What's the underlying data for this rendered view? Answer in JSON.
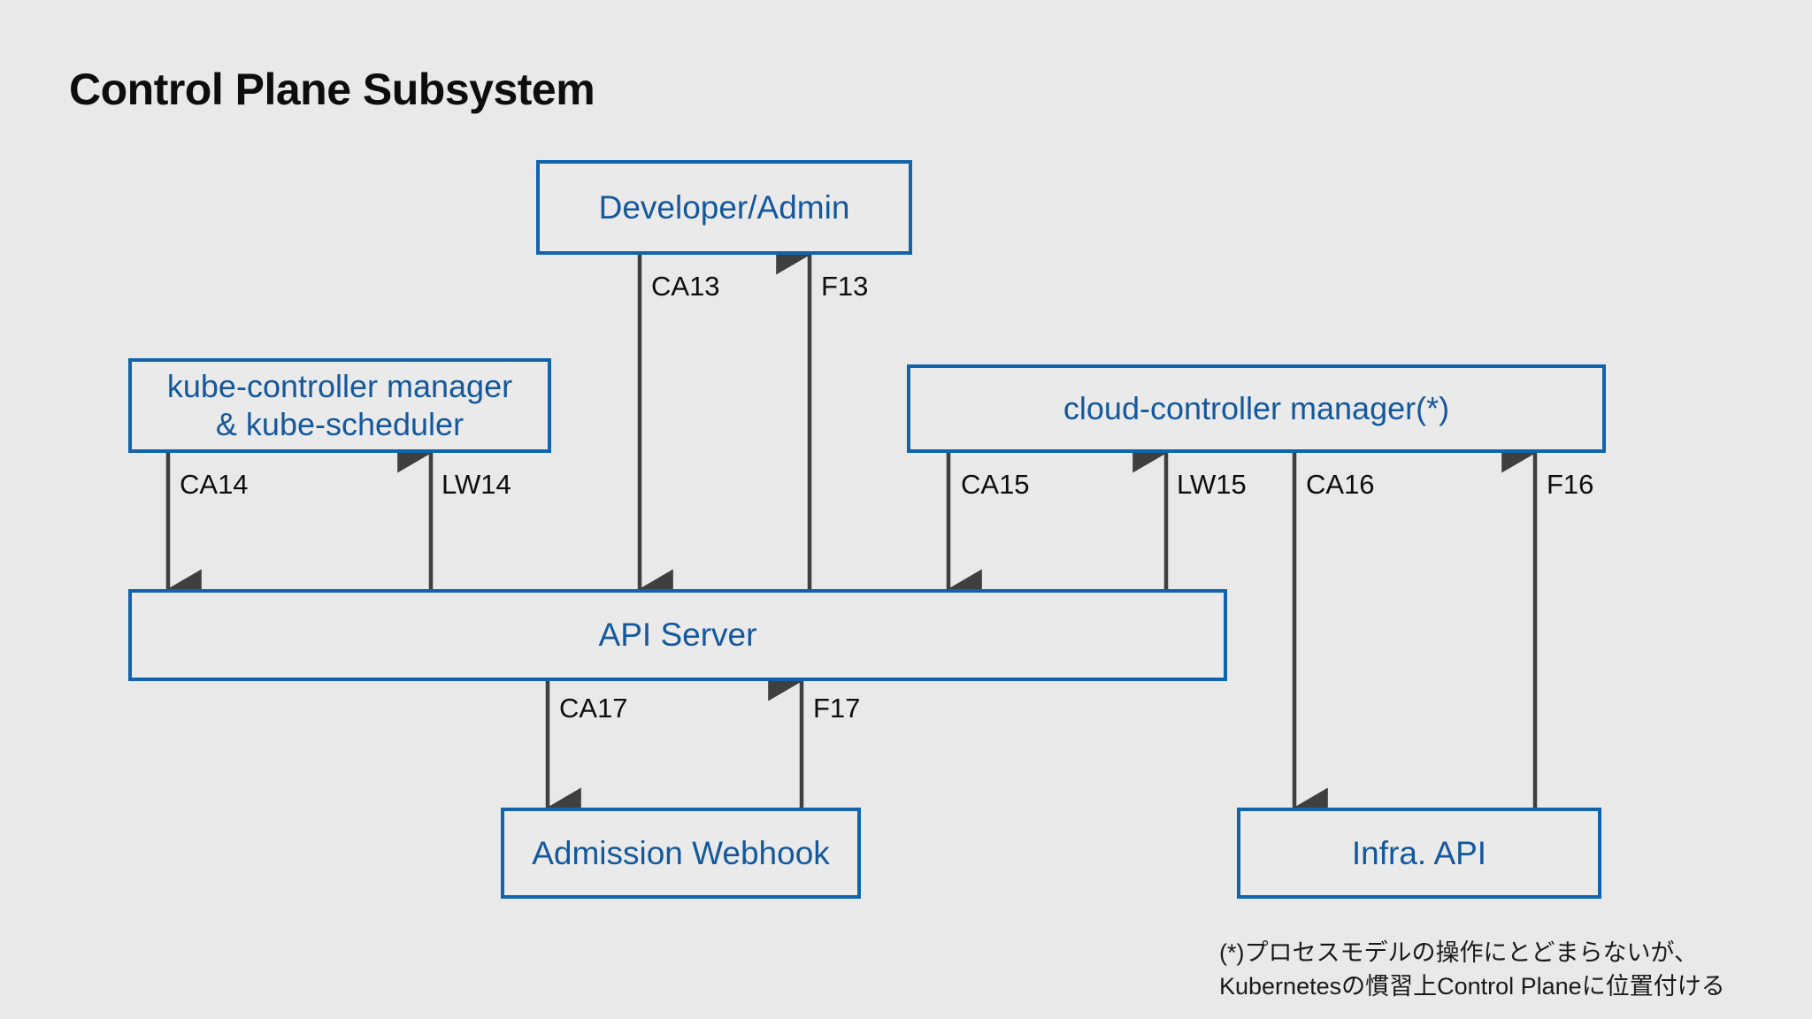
{
  "slide": {
    "title": "Control Plane Subsystem",
    "background_color": "#e9e9e9",
    "node_border_color": "#1163ac",
    "node_text_color": "#14589c",
    "arrow_color": "#3f3f3f"
  },
  "nodes": {
    "developer_admin": {
      "label": "Developer/Admin"
    },
    "kube_controller": {
      "line1": "kube-controller manager",
      "line2": "& kube-scheduler"
    },
    "cloud_controller": {
      "label": "cloud-controller manager(*)"
    },
    "api_server": {
      "label": "API Server"
    },
    "admission_webhook": {
      "label": "Admission Webhook"
    },
    "infra_api": {
      "label": "Infra. API"
    }
  },
  "edges": [
    {
      "id": "ca13",
      "label": "CA13",
      "from": "developer_admin",
      "to": "api_server",
      "direction": "down"
    },
    {
      "id": "f13",
      "label": "F13",
      "from": "api_server",
      "to": "developer_admin",
      "direction": "up"
    },
    {
      "id": "ca14",
      "label": "CA14",
      "from": "kube_controller",
      "to": "api_server",
      "direction": "down"
    },
    {
      "id": "lw14",
      "label": "LW14",
      "from": "api_server",
      "to": "kube_controller",
      "direction": "up"
    },
    {
      "id": "ca15",
      "label": "CA15",
      "from": "cloud_controller",
      "to": "api_server",
      "direction": "down"
    },
    {
      "id": "lw15",
      "label": "LW15",
      "from": "api_server",
      "to": "cloud_controller",
      "direction": "up"
    },
    {
      "id": "ca16",
      "label": "CA16",
      "from": "cloud_controller",
      "to": "infra_api",
      "direction": "down"
    },
    {
      "id": "f16",
      "label": "F16",
      "from": "infra_api",
      "to": "cloud_controller",
      "direction": "up"
    },
    {
      "id": "ca17",
      "label": "CA17",
      "from": "api_server",
      "to": "admission_webhook",
      "direction": "down"
    },
    {
      "id": "f17",
      "label": "F17",
      "from": "admission_webhook",
      "to": "api_server",
      "direction": "up"
    }
  ],
  "edge_labels": {
    "ca13": "CA13",
    "f13": "F13",
    "ca14": "CA14",
    "lw14": "LW14",
    "ca15": "CA15",
    "lw15": "LW15",
    "ca16": "CA16",
    "f16": "F16",
    "ca17": "CA17",
    "f17": "F17"
  },
  "footnote": {
    "line1": "(*)プロセスモデルの操作にとどまらないが、",
    "line2": "Kubernetesの慣習上Control Planeに位置付ける"
  }
}
